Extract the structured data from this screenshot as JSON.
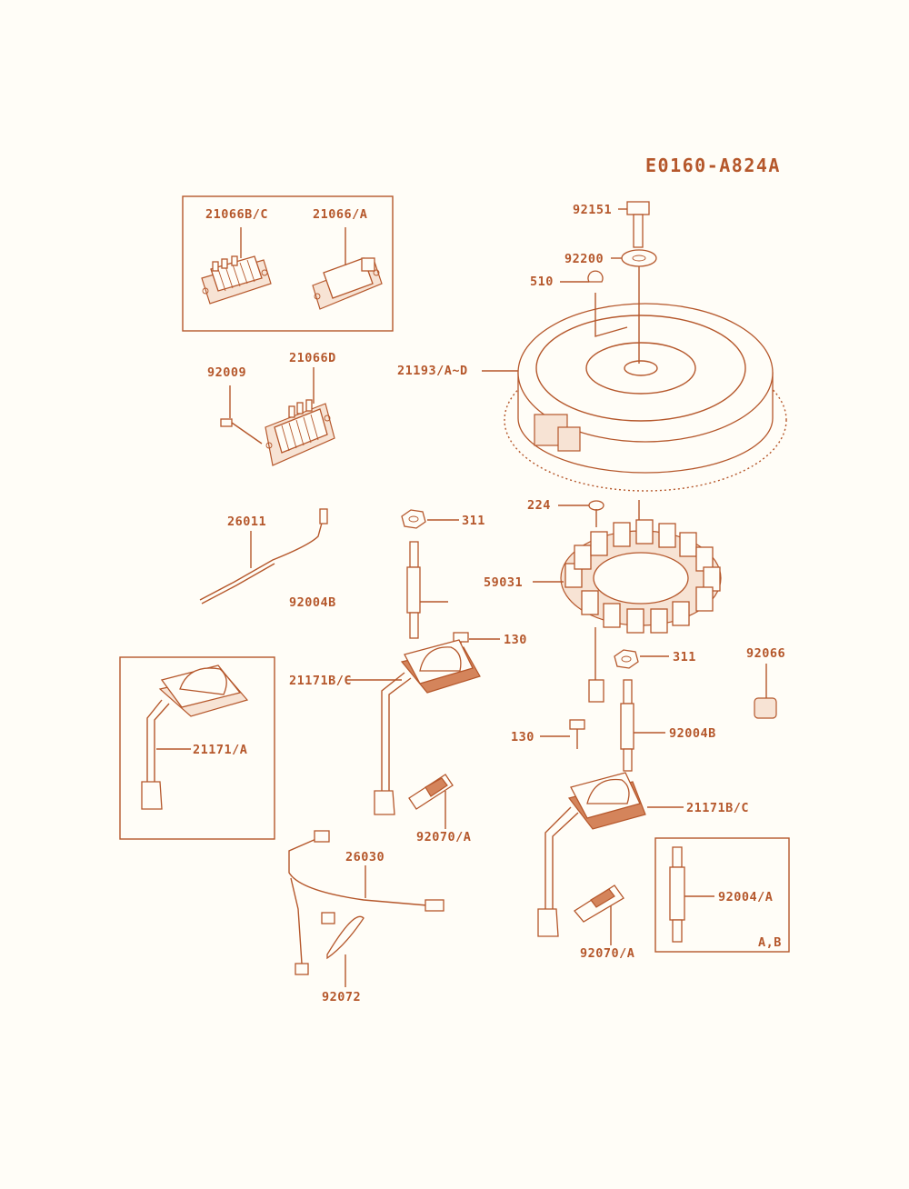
{
  "diagram": {
    "code": "E0160-A824A",
    "labels": {
      "p92151": "92151",
      "p92200": "92200",
      "p510": "510",
      "p21193": "21193/A~D",
      "p21066bc": "21066B/C",
      "p21066a": "21066/A",
      "p92009": "92009",
      "p21066d": "21066D",
      "p26011": "26011",
      "p311a": "311",
      "p224": "224",
      "p59031": "59031",
      "p92004b1": "92004B",
      "p130a": "130",
      "p311b": "311",
      "p92066": "92066",
      "p21171bc1": "21171B/C",
      "p21171a": "21171/A",
      "p130b": "130",
      "p92004b2": "92004B",
      "p21171bc2": "21171B/C",
      "p92070a1": "92070/A",
      "p26030": "26030",
      "p92004a": "92004/A",
      "pab": "A,B",
      "p92070a2": "92070/A",
      "p92072": "92072"
    },
    "colors": {
      "line": "#b5572b",
      "fill": "#d4845b",
      "background": "#fffdf7"
    }
  }
}
